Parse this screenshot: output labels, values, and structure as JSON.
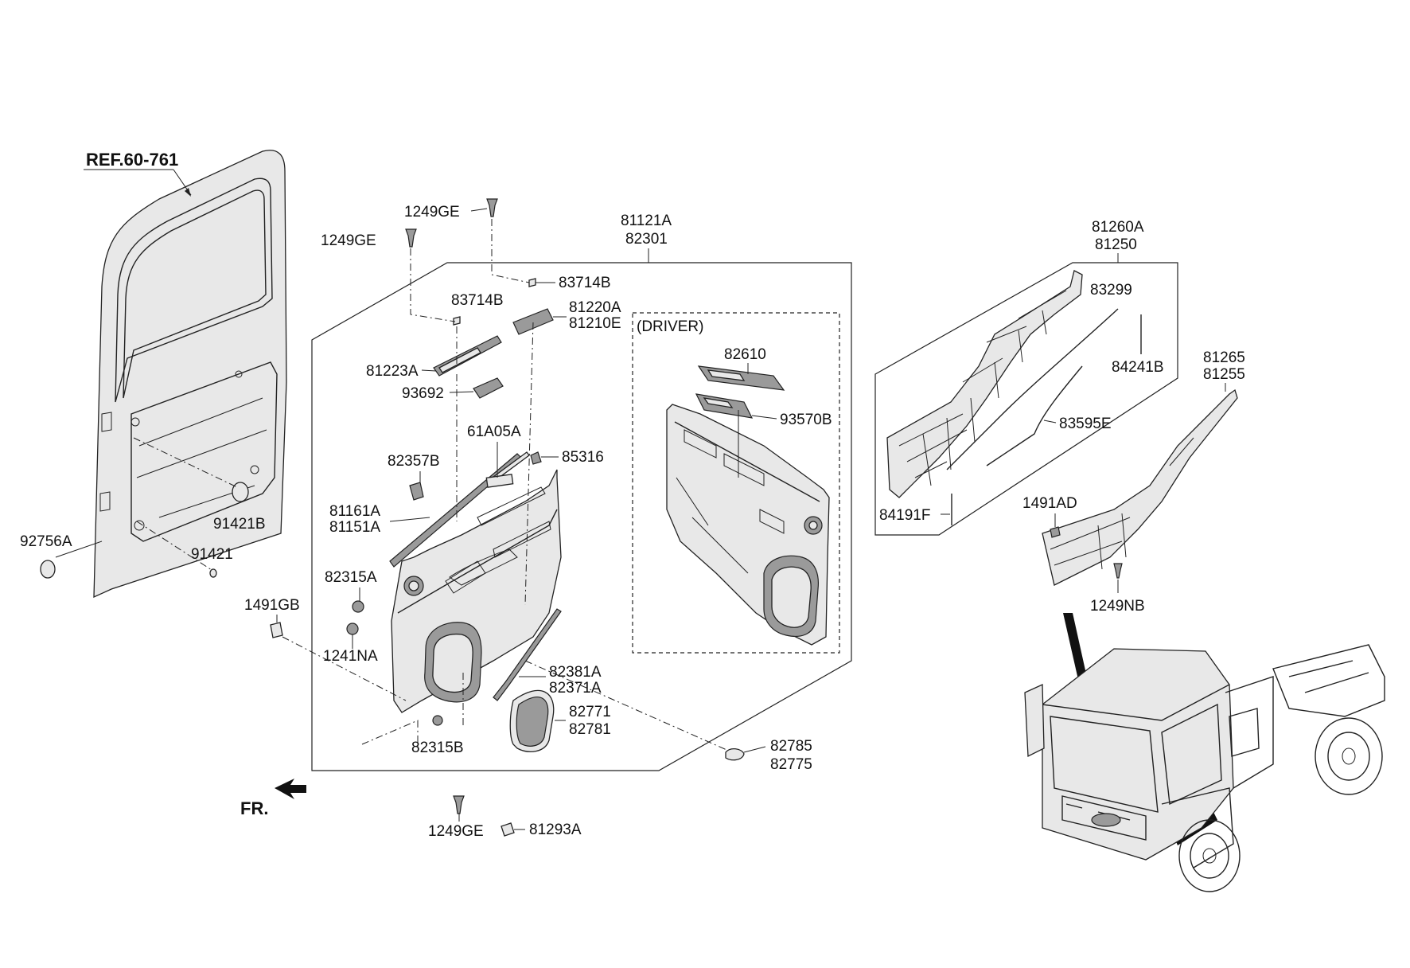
{
  "labels": {
    "ref": "REF.60-761",
    "p92756A": "92756A",
    "p91421B": "91421B",
    "p91421": "91421",
    "p1491GB": "1491GB",
    "p1249GE_a": "1249GE",
    "p1249GE_b": "1249GE",
    "p1249GE_c": "1249GE",
    "p81121A": "81121A",
    "p82301": "82301",
    "p83714B_a": "83714B",
    "p83714B_b": "83714B",
    "p81220A": "81220A",
    "p81210E": "81210E",
    "p81223A": "81223A",
    "p93692": "93692",
    "p61A05A": "61A05A",
    "p82357B": "82357B",
    "p85316": "85316",
    "p81161A": "81161A",
    "p81151A": "81151A",
    "p82315A": "82315A",
    "p1241NA": "1241NA",
    "p82381A": "82381A",
    "p82371A": "82371A",
    "p82771": "82771",
    "p82781": "82781",
    "p82315B": "82315B",
    "p82785": "82785",
    "p82775": "82775",
    "p81293A": "81293A",
    "fr": "FR.",
    "driver": "(DRIVER)",
    "p82610": "82610",
    "p93570B": "93570B",
    "p81260A": "81260A",
    "p81250": "81250",
    "p83299": "83299",
    "p84241B": "84241B",
    "p83595E": "83595E",
    "p84191F": "84191F",
    "p81265": "81265",
    "p81255": "81255",
    "p1491AD": "1491AD",
    "p1249NB": "1249NB"
  }
}
